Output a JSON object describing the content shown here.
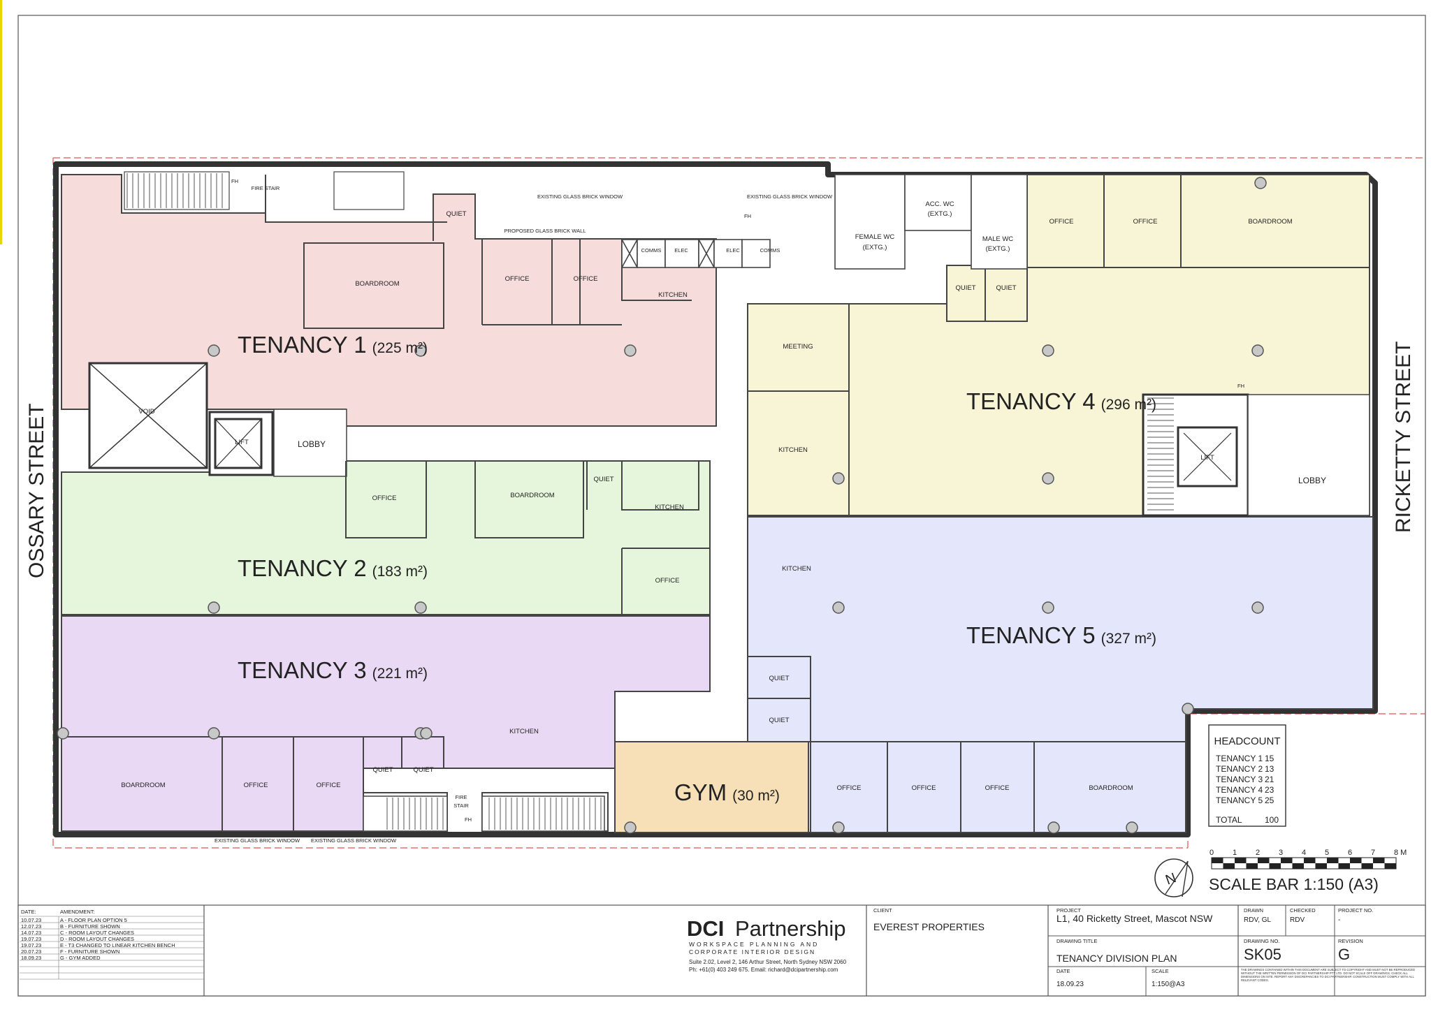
{
  "streets": {
    "west": "OSSARY STREET",
    "east": "RICKETTY STREET"
  },
  "tenancies": [
    {
      "name": "TENANCY 1",
      "area": "(225 m²)",
      "color": "#f7dcdc"
    },
    {
      "name": "TENANCY 2",
      "area": "(183 m²)",
      "color": "#e6f6dc"
    },
    {
      "name": "TENANCY 3",
      "area": "(221 m²)",
      "color": "#ead9f4"
    },
    {
      "name": "TENANCY 4",
      "area": "(296 m²)",
      "color": "#f8f4d6"
    },
    {
      "name": "TENANCY 5",
      "area": "(327 m²)",
      "color": "#e4e7fb"
    },
    {
      "name": "GYM",
      "area": "(30 m²)",
      "color": "#f7e0b8"
    }
  ],
  "rooms": {
    "fire_stair": "FIRE STAIR",
    "fh": "FH",
    "quiet": "QUIET",
    "boardroom": "BOARDROOM",
    "office": "OFFICE",
    "kitchen": "KITCHEN",
    "comms": "COMMS",
    "elec": "ELEC",
    "void": "VOID",
    "lift": "LIFT",
    "lobby": "LOBBY",
    "meeting": "MEETING",
    "female_wc": "FEMALE WC",
    "male_wc": "MALE WC",
    "acc_wc": "ACC. WC",
    "extg": "(EXTG.)",
    "existing_window": "EXISTING GLASS BRICK WINDOW",
    "proposed_wall": "PROPOSED GLASS BRICK WALL",
    "fire_stair_a": "FIRE",
    "fire_stair_b": "STAIR"
  },
  "headcount": {
    "title": "HEADCOUNT",
    "rows": [
      {
        "label": "TENANCY 1",
        "value": "15"
      },
      {
        "label": "TENANCY 2",
        "value": "13"
      },
      {
        "label": "TENANCY 3",
        "value": "21"
      },
      {
        "label": "TENANCY 4",
        "value": "23"
      },
      {
        "label": "TENANCY 5",
        "value": "25"
      }
    ],
    "total_label": "TOTAL",
    "total_value": "100"
  },
  "scale_bar": {
    "ticks": [
      "0",
      "1",
      "2",
      "3",
      "4",
      "5",
      "6",
      "7",
      "8 M"
    ],
    "label": "SCALE BAR 1:150 (A3)",
    "north": "N"
  },
  "title_block": {
    "date_header": "DATE:",
    "amendment_header": "AMENDMENT:",
    "amendments": [
      {
        "date": "10.07.23",
        "text": "A - FLOOR PLAN OPTION 5"
      },
      {
        "date": "12.07.23",
        "text": "B - FURNITURE SHOWN"
      },
      {
        "date": "14.07.23",
        "text": "C - ROOM LAYOUT CHANGES"
      },
      {
        "date": "19.07.23",
        "text": "D - ROOM LAYOUT CHANGES"
      },
      {
        "date": "19.07.23",
        "text": "E - T3 CHANGED TO LINEAR KITCHEN BENCH"
      },
      {
        "date": "20.07.23",
        "text": "F - FURNITURE SHOWN"
      },
      {
        "date": "18.09.23",
        "text": "G - GYM ADDED"
      }
    ],
    "firm_bold": "DCI",
    "firm_rest": "Partnership",
    "tagline1": "WORKSPACE PLANNING AND",
    "tagline2": "CORPORATE INTERIOR DESIGN",
    "address": "Suite 2.02, Level 2, 146 Arthur Street, North Sydney NSW 2060",
    "contact": "Ph: +61(0) 403 249 675.     Email: richard@dcipartnership.com",
    "client_label": "CLIENT",
    "client": "EVEREST PROPERTIES",
    "project_label": "PROJECT",
    "project": "L1, 40 Ricketty Street, Mascot NSW",
    "drawn_label": "DRAWN",
    "drawn": "RDV, GL",
    "checked_label": "CHECKED",
    "checked": "RDV",
    "project_no_label": "PROJECT NO.",
    "project_no": "-",
    "drawing_title_label": "DRAWING TITLE",
    "drawing_title": "TENANCY DIVISION PLAN",
    "drawing_no_label": "DRAWING NO.",
    "drawing_no": "SK05",
    "revision_label": "REVISION",
    "revision": "G",
    "date_label": "DATE",
    "date": "18.09.23",
    "scale_label": "SCALE",
    "scale": "1:150@A3",
    "disclaimer": "THE DRAWINGS CONTAINED WITHIN THIS DOCUMENT ARE SUBJECT TO COPYRIGHT AND MUST NOT BE REPRODUCED WITHOUT THE WRITTEN PERMISSION OF DCI PARTNERSHIP PTY LTD. DO NOT SCALE OFF DRAWINGS. CHECK ALL DIMENSIONS ON SITE. REPORT ANY DISCREPANCIES TO DCI PARTNERSHIP. CONSTRUCTION MUST COMPLY WITH ALL RELEVANT CODES."
  }
}
